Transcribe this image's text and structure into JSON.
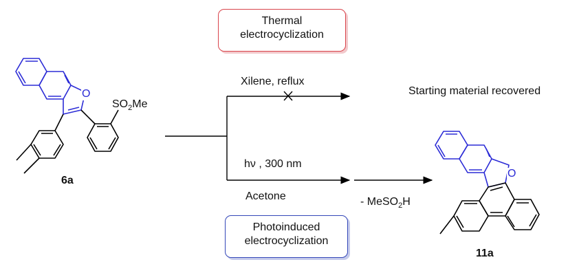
{
  "thermal_box": {
    "line1": "Thermal",
    "line2": "electrocyclization"
  },
  "photo_box": {
    "line1": "Photoinduced",
    "line2": "electrocyclization"
  },
  "conditions": {
    "thermal": "Xilene, reflux",
    "photo": "hν , 300 nm",
    "solvent": "Acetone",
    "elimination": "- MeSO",
    "elimination_sub": "2",
    "elimination_end": "H"
  },
  "outcome_thermal": "Starting material recovered",
  "reactant": {
    "label": "6a",
    "substituent": "SO",
    "substituent_sub": "2",
    "substituent_end": "Me",
    "heteroatom": "O"
  },
  "product": {
    "label": "11a",
    "heteroatom": "O"
  },
  "colors": {
    "ring_blue": "#2b2bd6",
    "bond_black": "#000000",
    "red_frame": "#d9434a",
    "blue_frame": "#3346b8"
  }
}
